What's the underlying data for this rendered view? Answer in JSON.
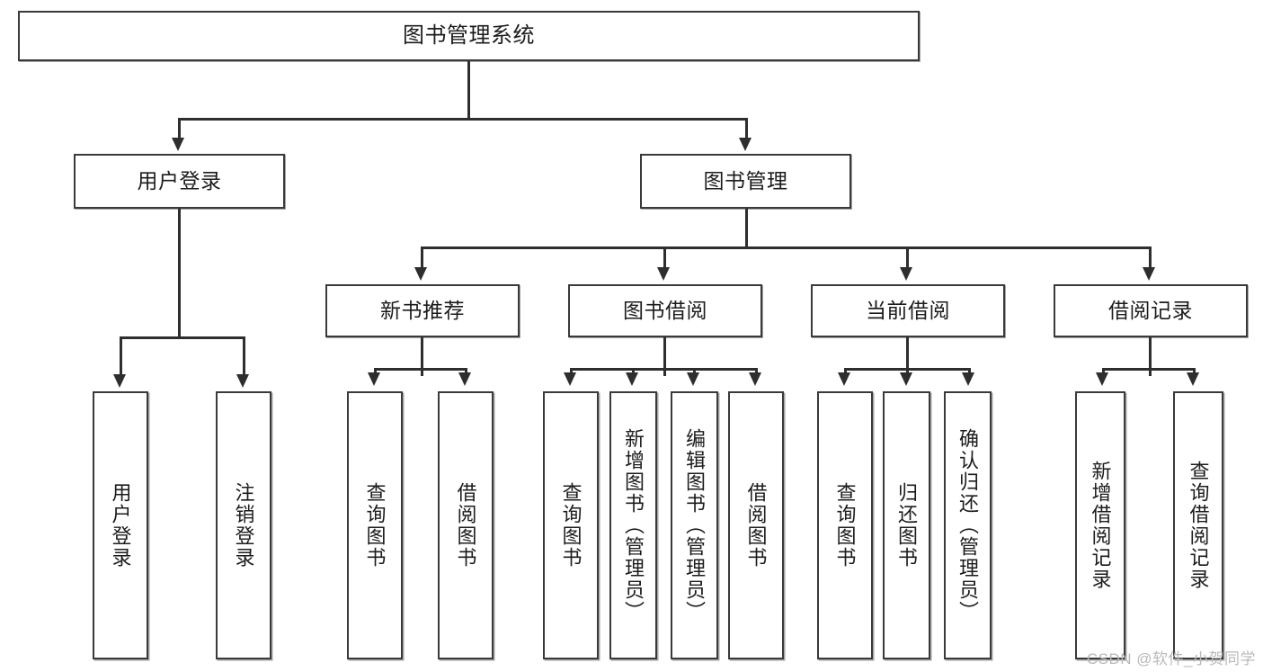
{
  "diagram": {
    "title": "图书管理系统",
    "type": "hierarchy-tree",
    "root": {
      "id": "root",
      "label": "图书管理系统"
    },
    "level2": [
      {
        "id": "login",
        "label": "用户登录"
      },
      {
        "id": "bookmgr",
        "label": "图书管理"
      }
    ],
    "level3": [
      {
        "id": "newbook",
        "label": "新书推荐",
        "parent": "bookmgr"
      },
      {
        "id": "borrow",
        "label": "图书借阅",
        "parent": "bookmgr"
      },
      {
        "id": "current",
        "label": "当前借阅",
        "parent": "bookmgr"
      },
      {
        "id": "record",
        "label": "借阅记录",
        "parent": "bookmgr"
      }
    ],
    "leaves": [
      {
        "id": "leaf-1",
        "label": "用户登录",
        "parent": "login"
      },
      {
        "id": "leaf-2",
        "label": "注销登录",
        "parent": "login"
      },
      {
        "id": "leaf-3",
        "label": "查询图书",
        "parent": "newbook"
      },
      {
        "id": "leaf-4",
        "label": "借阅图书",
        "parent": "newbook"
      },
      {
        "id": "leaf-5",
        "label": "查询图书",
        "parent": "borrow"
      },
      {
        "id": "leaf-6",
        "label": "新增图书（管理员）",
        "parent": "borrow"
      },
      {
        "id": "leaf-7",
        "label": "编辑图书（管理员）",
        "parent": "borrow"
      },
      {
        "id": "leaf-8",
        "label": "借阅图书",
        "parent": "borrow"
      },
      {
        "id": "leaf-9",
        "label": "查询图书",
        "parent": "current"
      },
      {
        "id": "leaf-10",
        "label": "归还图书",
        "parent": "current"
      },
      {
        "id": "leaf-11",
        "label": "确认归还（管理员）",
        "parent": "current"
      },
      {
        "id": "leaf-12",
        "label": "新增借阅记录",
        "parent": "record"
      },
      {
        "id": "leaf-13",
        "label": "查询借阅记录",
        "parent": "record"
      }
    ]
  },
  "watermark": {
    "text": "CSDN @软件_小贺同学"
  },
  "colors": {
    "box_border": "#3a3a3a",
    "connector": "#2e2e2e",
    "background": "#ffffff",
    "text": "#1c1c1c",
    "watermark": "#b9b9b9"
  }
}
